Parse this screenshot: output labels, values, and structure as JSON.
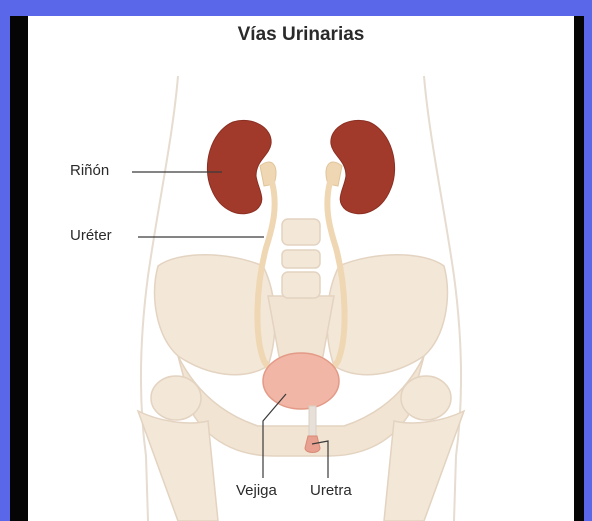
{
  "diagram": {
    "title": "Vías Urinarias",
    "labels": {
      "kidney": "Riñón",
      "ureter": "Uréter",
      "bladder": "Vejiga",
      "urethra": "Uretra"
    }
  },
  "colors": {
    "background": "#5a67e8",
    "border": "#050505",
    "panel": "#ffffff",
    "bone": "#f3e7d8",
    "kidney": "#a23a2c",
    "bladder": "#f1b6a5",
    "ureter": "#efd7b3"
  }
}
